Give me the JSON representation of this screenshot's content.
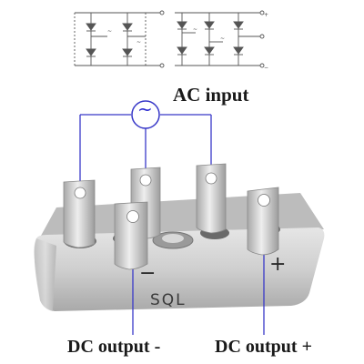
{
  "labels": {
    "ac_input": "AC input",
    "dc_output_negative": "DC output -",
    "dc_output_positive": "DC output +"
  },
  "component": {
    "body_marking": "SQL",
    "negative_mark": "−",
    "positive_mark": "+",
    "ac_symbol": "~"
  },
  "colors": {
    "wire": "#3838c8",
    "body": "#c9c9c9",
    "terminal": "#d8d8d8"
  },
  "schematic": {
    "left_marks": [
      "~",
      "~"
    ],
    "right_marks": [
      "+",
      "~",
      "~",
      "−"
    ]
  }
}
